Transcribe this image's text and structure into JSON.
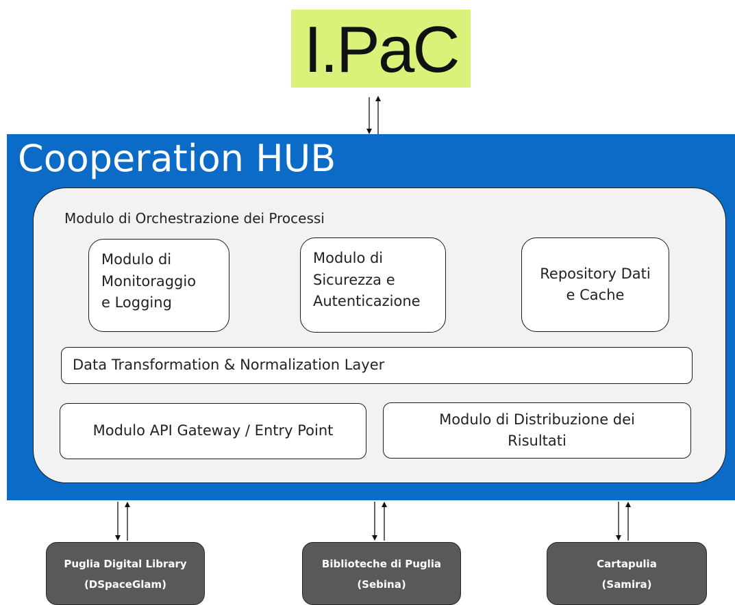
{
  "logo": {
    "text": "I.PaC",
    "background_color": "#d9f27a"
  },
  "hub": {
    "title": "Cooperation HUB",
    "background_color": "#0b6bc6",
    "orchestrator_label": "Modulo di Orchestrazione dei Processi",
    "modules": {
      "monitoring": [
        "Modulo di",
        "Monitoraggio",
        "e Logging"
      ],
      "security": [
        "Modulo di",
        "Sicurezza e",
        "Autenticazione"
      ],
      "repository": [
        "Repository Dati",
        "e Cache"
      ],
      "transformation": "Data Transformation & Normalization Layer",
      "api_gateway": "Modulo API Gateway / Entry Point",
      "distribution": [
        "Modulo di Distribuzione dei",
        "Risultati"
      ]
    }
  },
  "sources": [
    {
      "lines": [
        "Puglia Digital Library",
        "(DSpaceGlam)"
      ]
    },
    {
      "lines": [
        "Biblioteche di Puglia",
        "(Sebina)"
      ]
    },
    {
      "lines": [
        "Cartapulia",
        "(Samira)"
      ]
    }
  ],
  "colors": {
    "source_fill": "#595959",
    "module_fill": "#ffffff",
    "orchestrator_fill": "#f2f2f2"
  }
}
